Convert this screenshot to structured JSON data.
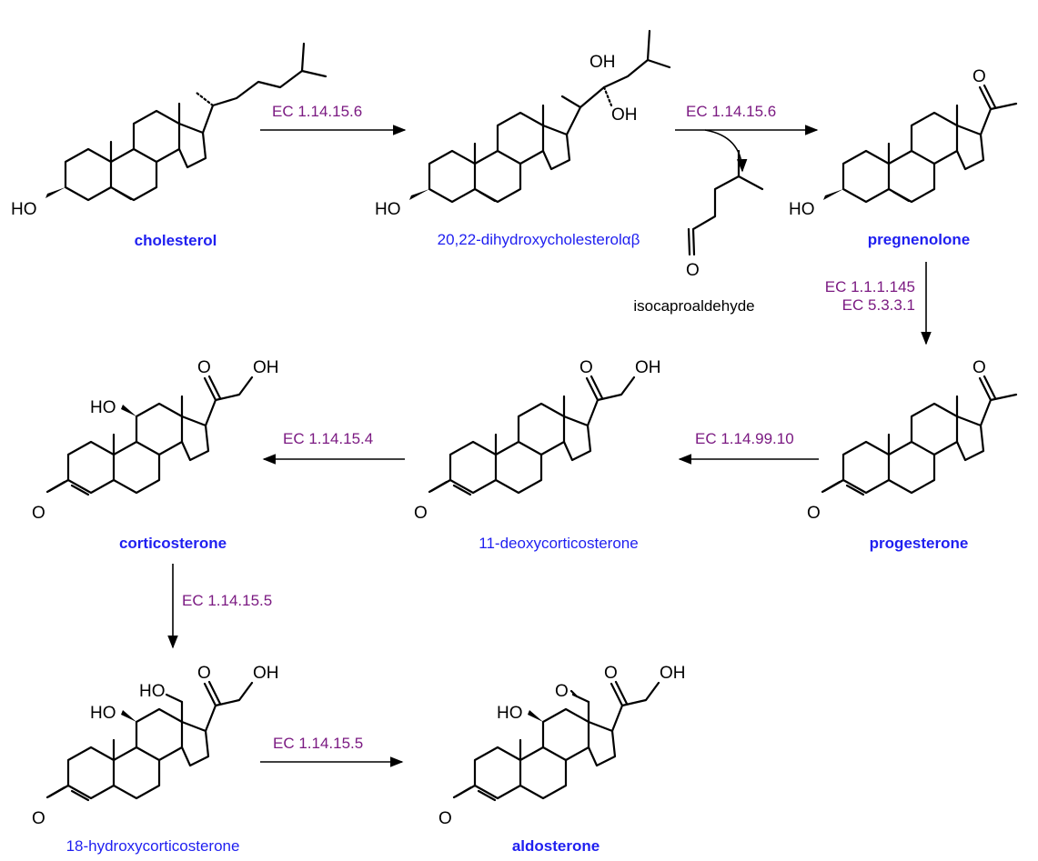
{
  "compounds": [
    {
      "id": "cholesterol",
      "name": "cholesterol",
      "bold": true
    },
    {
      "id": "dihydroxycholesterol",
      "name": "20,22-dihydroxycholesterolαβ",
      "bold": false
    },
    {
      "id": "pregnenolone",
      "name": "pregnenolone",
      "bold": true
    },
    {
      "id": "isocaproaldehyde",
      "name": "isocaproaldehyde",
      "bold": false
    },
    {
      "id": "progesterone",
      "name": "progesterone",
      "bold": true
    },
    {
      "id": "deoxycorticosterone",
      "name": "11-deoxycorticosterone",
      "bold": false
    },
    {
      "id": "corticosterone",
      "name": "corticosterone",
      "bold": true
    },
    {
      "id": "hydroxycorticosterone",
      "name": "18-hydroxycorticosterone",
      "bold": false
    },
    {
      "id": "aldosterone",
      "name": "aldosterone",
      "bold": true
    }
  ],
  "reactions": [
    {
      "from": "cholesterol",
      "to": "dihydroxycholesterol",
      "enzyme": "EC 1.14.15.6"
    },
    {
      "from": "dihydroxycholesterol",
      "to": "pregnenolone",
      "enzyme": "EC 1.14.15.6",
      "byproduct": "isocaproaldehyde"
    },
    {
      "from": "pregnenolone",
      "to": "progesterone",
      "enzymes": [
        "EC 1.1.1.145",
        "EC 5.3.3.1"
      ]
    },
    {
      "from": "progesterone",
      "to": "deoxycorticosterone",
      "enzyme": "EC 1.14.99.10"
    },
    {
      "from": "deoxycorticosterone",
      "to": "corticosterone",
      "enzyme": "EC 1.14.15.4"
    },
    {
      "from": "corticosterone",
      "to": "hydroxycorticosterone",
      "enzyme": "EC 1.14.15.5"
    },
    {
      "from": "hydroxycorticosterone",
      "to": "aldosterone",
      "enzyme": "EC 1.14.15.5"
    }
  ],
  "atoms": {
    "ho": "HO",
    "oh": "OH",
    "o": "O"
  },
  "colors": {
    "compound_name": "#1f1ff0",
    "enzyme": "#7b1a82",
    "bond": "#000000"
  }
}
